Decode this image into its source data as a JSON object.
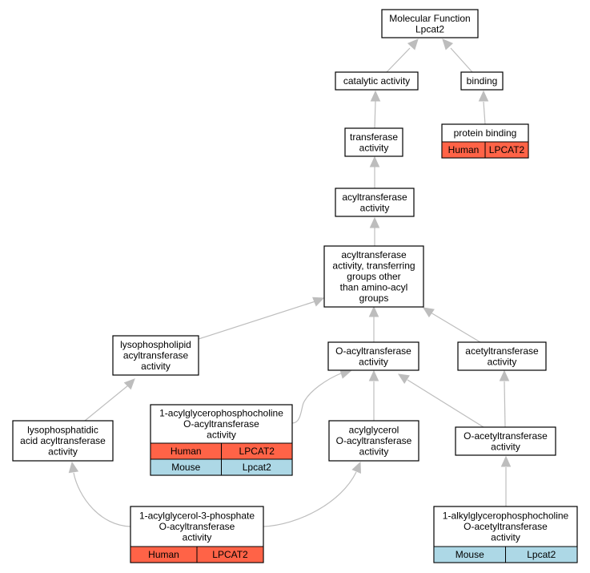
{
  "colors": {
    "human": "#ff6347",
    "mouse": "#add8e6",
    "edge": "#bdbdbd",
    "border": "#000000"
  },
  "nodes": {
    "root": {
      "lines": [
        "Molecular Function",
        "Lpcat2"
      ]
    },
    "catalytic": {
      "lines": [
        "catalytic activity"
      ]
    },
    "binding": {
      "lines": [
        "binding"
      ]
    },
    "protein_binding": {
      "lines": [
        "protein binding"
      ],
      "annotations": [
        {
          "species": "Human",
          "gene": "LPCAT2"
        }
      ]
    },
    "transferase": {
      "lines": [
        "transferase",
        "activity"
      ]
    },
    "acyltransferase": {
      "lines": [
        "acyltransferase",
        "activity"
      ]
    },
    "acyl_other": {
      "lines": [
        "acyltransferase",
        "activity, transferring",
        "groups other",
        "than amino-acyl",
        "groups"
      ]
    },
    "lysophospholipid": {
      "lines": [
        "lysophospholipid",
        "acyltransferase",
        "activity"
      ]
    },
    "o_acyltransferase": {
      "lines": [
        "O-acyltransferase",
        "activity"
      ]
    },
    "acetyltransferase": {
      "lines": [
        "acetyltransferase",
        "activity"
      ]
    },
    "lpa_acyltransferase": {
      "lines": [
        "lysophosphatidic",
        "acid acyltransferase",
        "activity"
      ]
    },
    "acylglycerophosphocholine": {
      "lines": [
        "1-acylglycerophosphocholine",
        "O-acyltransferase",
        "activity"
      ],
      "annotations": [
        {
          "species": "Human",
          "gene": "LPCAT2"
        },
        {
          "species": "Mouse",
          "gene": "Lpcat2"
        }
      ]
    },
    "acylglycerol": {
      "lines": [
        "acylglycerol",
        "O-acyltransferase",
        "activity"
      ]
    },
    "o_acetyltransferase": {
      "lines": [
        "O-acetyltransferase",
        "activity"
      ]
    },
    "acylglycerol_3_phosphate": {
      "lines": [
        "1-acylglycerol-3-phosphate",
        "O-acyltransferase",
        "activity"
      ],
      "annotations": [
        {
          "species": "Human",
          "gene": "LPCAT2"
        }
      ]
    },
    "alkylglycerophosphocholine": {
      "lines": [
        "1-alkylglycerophosphocholine",
        "O-acetyltransferase",
        "activity"
      ],
      "annotations": [
        {
          "species": "Mouse",
          "gene": "Lpcat2"
        }
      ]
    }
  }
}
